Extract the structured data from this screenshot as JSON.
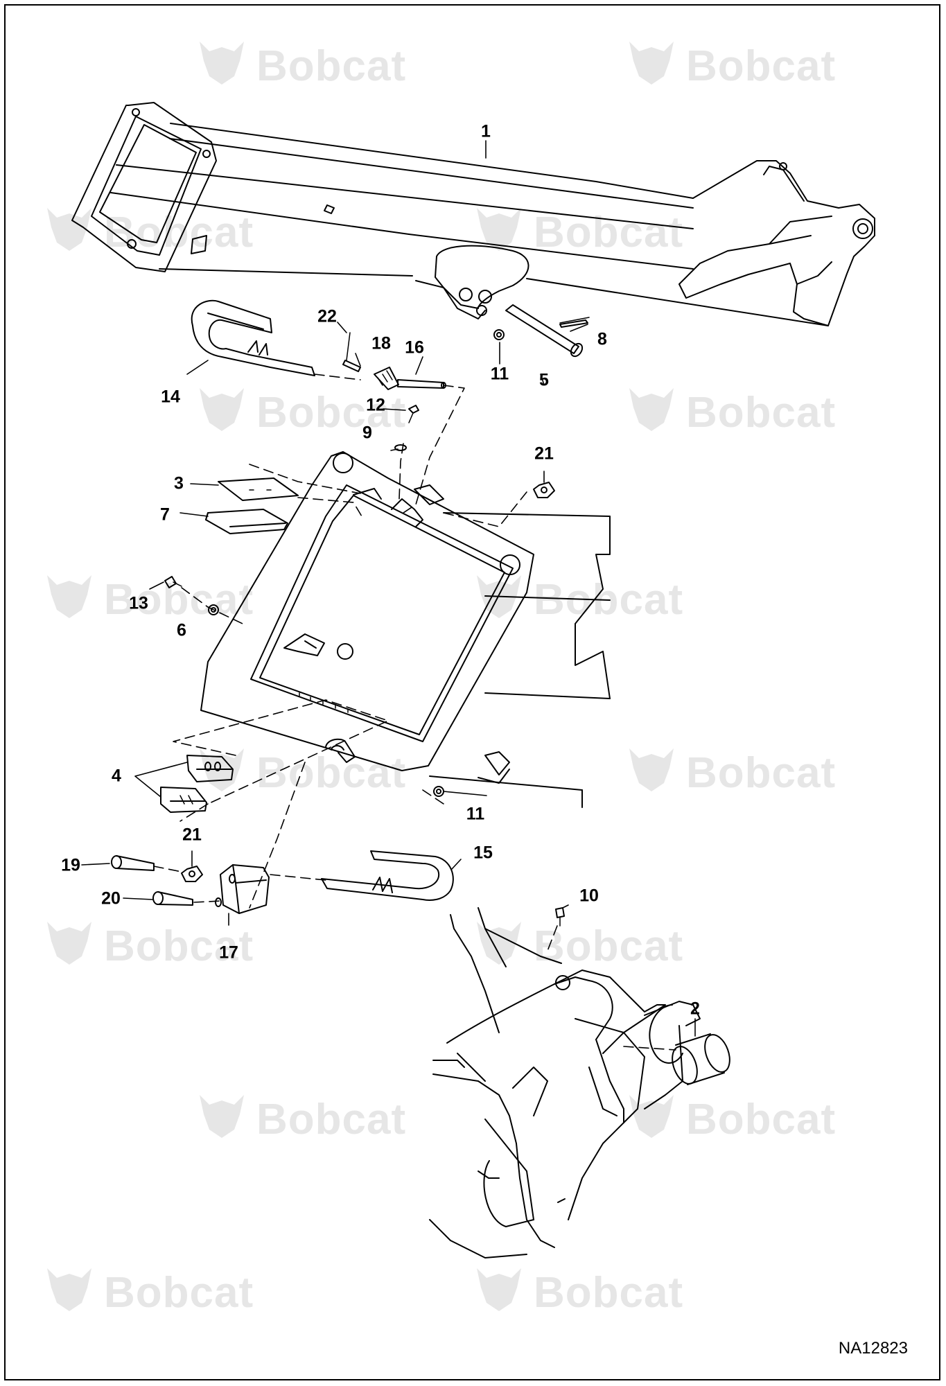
{
  "drawing_id": "NA12823",
  "watermark": {
    "brand": "Bobcat",
    "brand_color": "#e6e6e6",
    "logo_icon": "bobcat-head-logo-icon"
  },
  "line_color": "#000000",
  "callouts": [
    {
      "id": "c1",
      "label": "1"
    },
    {
      "id": "c2",
      "label": "2"
    },
    {
      "id": "c3",
      "label": "3"
    },
    {
      "id": "c4",
      "label": "4"
    },
    {
      "id": "c5",
      "label": "5"
    },
    {
      "id": "c6",
      "label": "6"
    },
    {
      "id": "c7",
      "label": "7"
    },
    {
      "id": "c8",
      "label": "8"
    },
    {
      "id": "c9",
      "label": "9"
    },
    {
      "id": "c10",
      "label": "10"
    },
    {
      "id": "c11a",
      "label": "11"
    },
    {
      "id": "c11b",
      "label": "11"
    },
    {
      "id": "c12",
      "label": "12"
    },
    {
      "id": "c13",
      "label": "13"
    },
    {
      "id": "c14",
      "label": "14"
    },
    {
      "id": "c15",
      "label": "15"
    },
    {
      "id": "c16",
      "label": "16"
    },
    {
      "id": "c17",
      "label": "17"
    },
    {
      "id": "c18",
      "label": "18"
    },
    {
      "id": "c19",
      "label": "19"
    },
    {
      "id": "c20",
      "label": "20"
    },
    {
      "id": "c21a",
      "label": "21"
    },
    {
      "id": "c21b",
      "label": "21"
    },
    {
      "id": "c22",
      "label": "22"
    }
  ]
}
